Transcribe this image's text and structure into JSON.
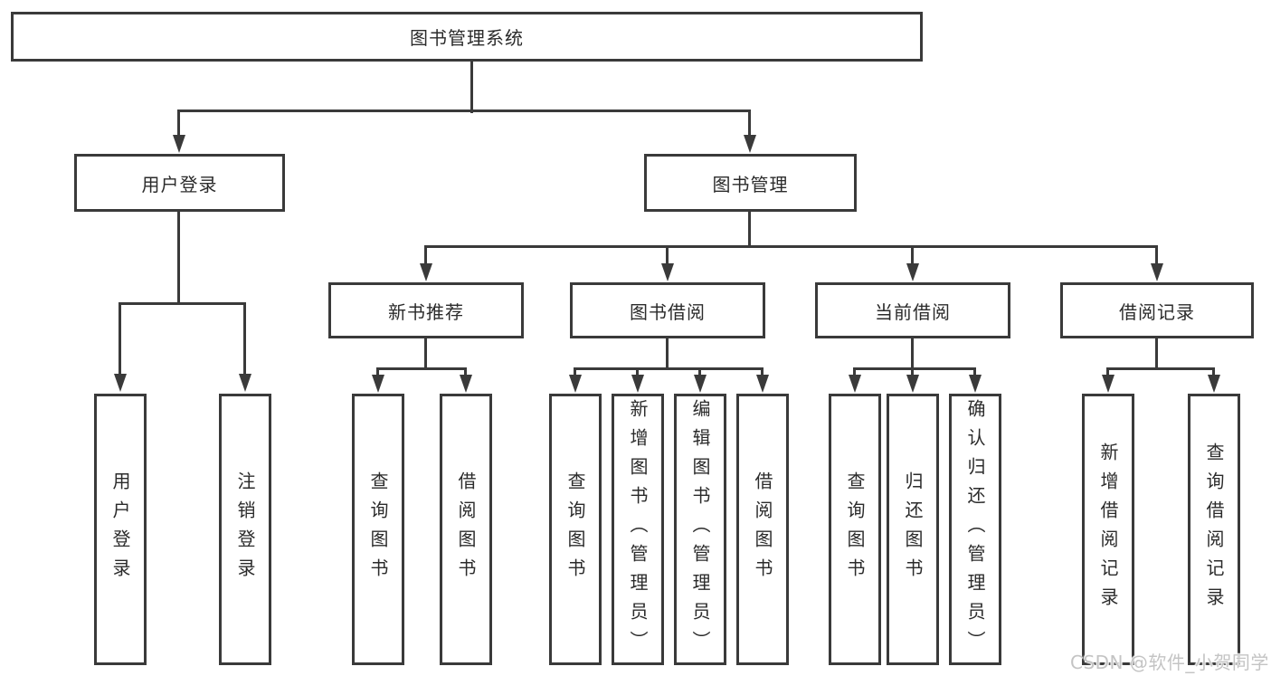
{
  "tree": {
    "root": {
      "label": "图书管理系统"
    },
    "branches": [
      {
        "label": "用户登录",
        "children": [
          {
            "label": "用户登录"
          },
          {
            "label": "注销登录"
          }
        ]
      },
      {
        "label": "图书管理",
        "children": [
          {
            "label": "新书推荐",
            "children": [
              {
                "label": "查询图书"
              },
              {
                "label": "借阅图书"
              }
            ]
          },
          {
            "label": "图书借阅",
            "children": [
              {
                "label": "查询图书"
              },
              {
                "label": "新增图书（管理员）"
              },
              {
                "label": "编辑图书（管理员）"
              },
              {
                "label": "借阅图书"
              }
            ]
          },
          {
            "label": "当前借阅",
            "children": [
              {
                "label": "查询图书"
              },
              {
                "label": "归还图书"
              },
              {
                "label": "确认归还（管理员）"
              }
            ]
          },
          {
            "label": "借阅记录",
            "children": [
              {
                "label": "新增借阅记录"
              },
              {
                "label": "查询借阅记录"
              }
            ]
          }
        ]
      }
    ]
  },
  "watermark": {
    "text": "CSDN @软件_小贺同学"
  },
  "colors": {
    "line": "#3a3a3a",
    "text": "#2b2b2b",
    "background": "#ffffff",
    "watermark": "#c4c4c4"
  }
}
